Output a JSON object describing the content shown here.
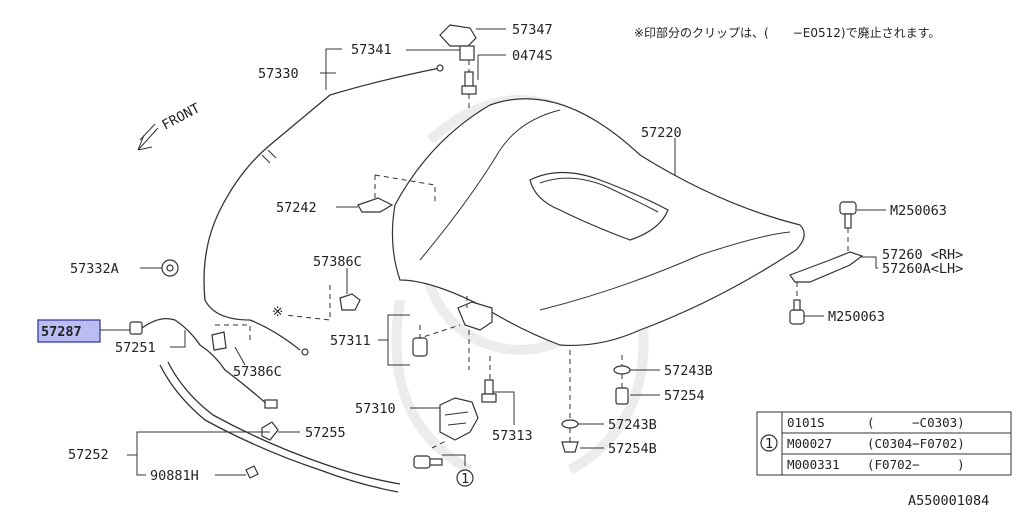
{
  "diagram": {
    "note": "※印部分のクリップは、(　　−E0512)で廃止されます。",
    "front_label": "FRONT",
    "figure_id": "A550001084",
    "callout_symbol": "1",
    "highlight_color": "#b9bdf2",
    "labels": {
      "p57347": "57347",
      "p57341": "57341",
      "p0474S": "0474S",
      "p57330": "57330",
      "p57220": "57220",
      "p57242": "57242",
      "pM250063a": "M250063",
      "p57260rh": "57260 <RH>",
      "p57260lh": "57260A<LH>",
      "p57332A": "57332A",
      "p57386Ca": "57386C",
      "p57287": "57287",
      "p57251": "57251",
      "p57386Cb": "57386C",
      "p57311": "57311",
      "pM250063b": "M250063",
      "p57243Ba": "57243B",
      "p57254a": "57254",
      "p57310": "57310",
      "p57313": "57313",
      "p57255": "57255",
      "p57243Bb": "57243B",
      "p57254Bb": "57254B",
      "p57252": "57252",
      "p90881H": "90881H"
    },
    "table": {
      "rows": [
        {
          "part": "0101S",
          "range": "(　　　−C0303)"
        },
        {
          "part": "M00027",
          "range": "(C0304−F0702)"
        },
        {
          "part": "M000331",
          "range": "(F0702−　　　)"
        }
      ]
    }
  }
}
